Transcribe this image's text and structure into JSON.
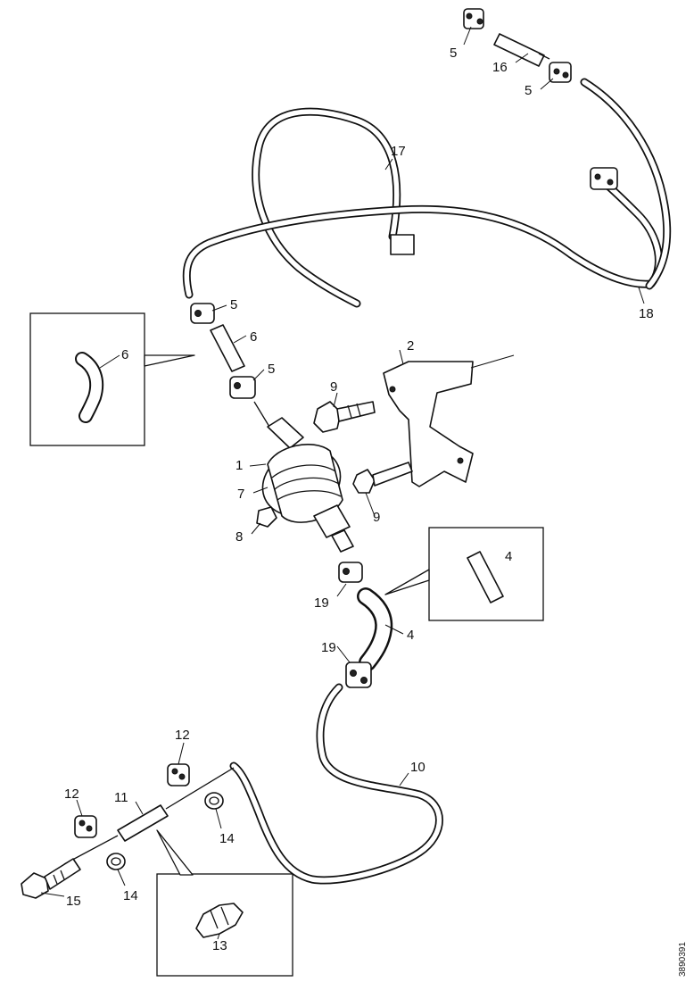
{
  "diagram": {
    "type": "exploded-parts-view",
    "drawing_code": "3890391",
    "callouts": [
      "1",
      "2",
      "4",
      "4",
      "5",
      "5",
      "5",
      "5",
      "6",
      "6",
      "7",
      "8",
      "9",
      "9",
      "10",
      "11",
      "12",
      "12",
      "13",
      "14",
      "14",
      "15",
      "16",
      "17",
      "18",
      "19",
      "19"
    ],
    "detail_boxes": [
      {
        "id": "detail-6",
        "label": "6"
      },
      {
        "id": "detail-4",
        "label": "4"
      },
      {
        "id": "detail-13",
        "label": "13"
      }
    ]
  }
}
